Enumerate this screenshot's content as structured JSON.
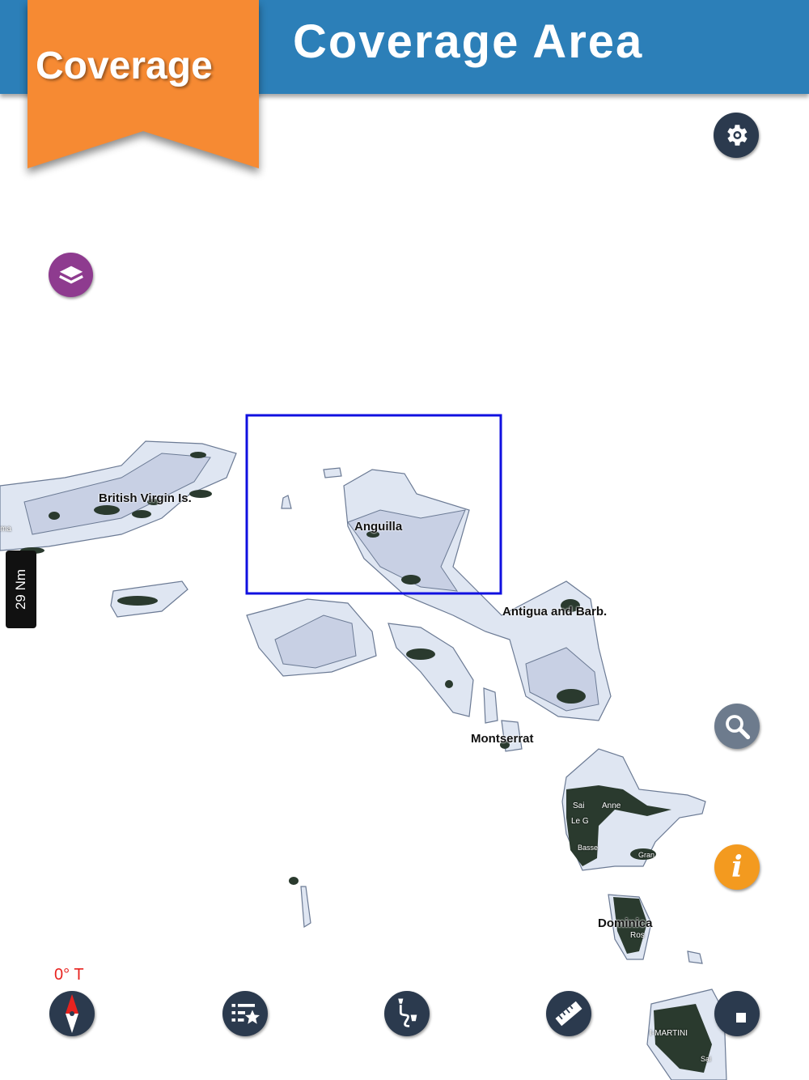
{
  "header": {
    "title": "Coverage Area",
    "ribbon": "Coverage"
  },
  "colors": {
    "header": "#2c7fb8",
    "ribbon": "#f68a33",
    "button": "#2b3a4e",
    "layers": "#8e3b8f",
    "info": "#f39a1f",
    "search": "#6d7b8d",
    "selection": "#1010e0",
    "heading": "#e8231f"
  },
  "map": {
    "labels": {
      "bvi": "British Virgin Is.",
      "anguilla": "Anguilla",
      "antigua": "Antigua and Barb.",
      "montserrat": "Montserrat",
      "dominica": "Dominica",
      "edge_left": "ma",
      "sainte_anne_1": "Sai",
      "sainte_anne_2": "Anne",
      "le_g": "Le G",
      "basse": "Basse",
      "gran": "Gran",
      "ros": "Ros",
      "martinique": "I-MARTINI",
      "martinique_sai": "Sai"
    },
    "scale": "29 Nm",
    "heading": "0° T"
  },
  "icons": {
    "settings": "gear-icon",
    "layers": "layers-icon",
    "search": "search-icon",
    "info": "info-icon",
    "compass": "compass-icon",
    "favorites": "star-list-icon",
    "route": "route-icon",
    "measure": "ruler-icon",
    "stop": "stop-icon"
  }
}
